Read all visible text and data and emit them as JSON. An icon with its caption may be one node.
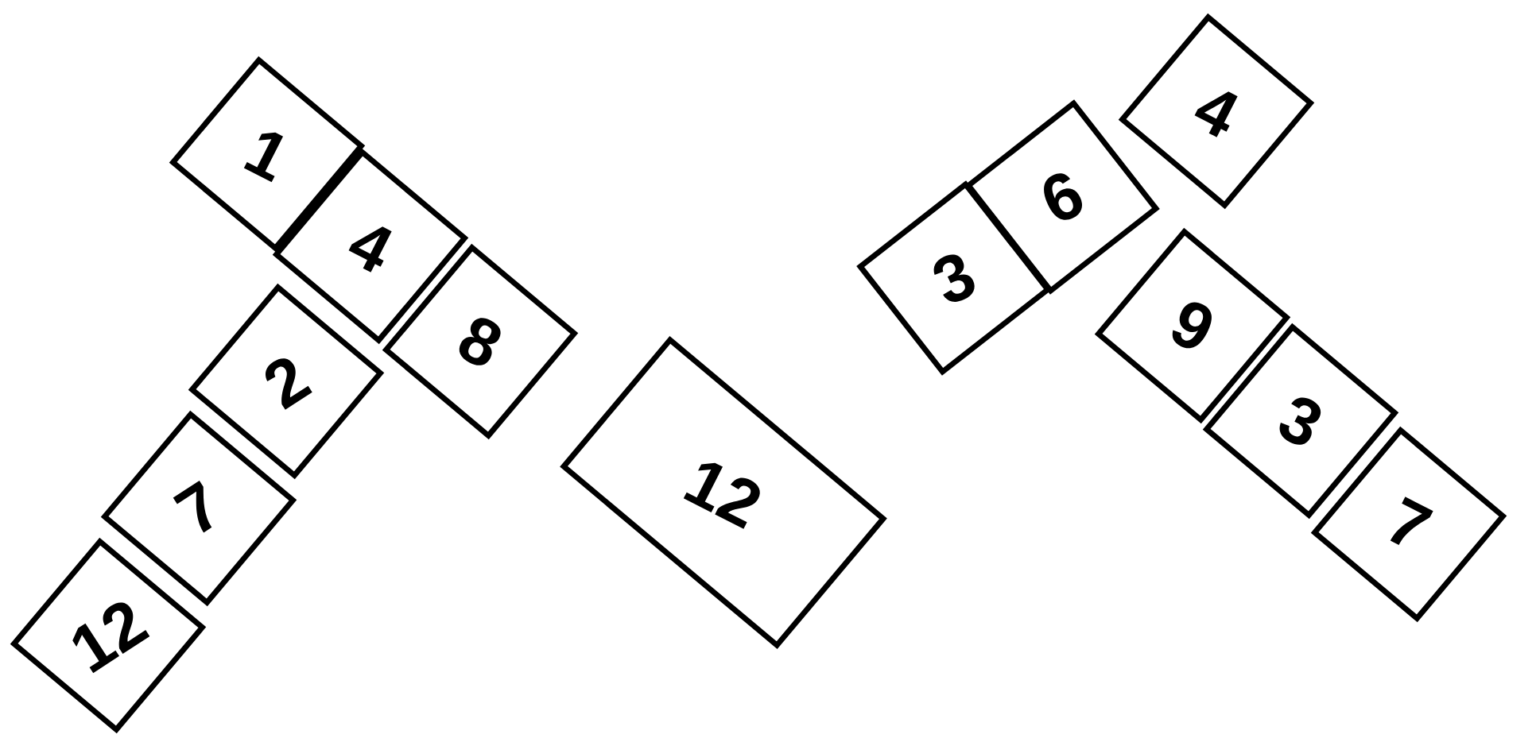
{
  "diagram": {
    "nodes": [
      {
        "text": [
          "1"
        ]
      },
      {
        "text": [
          "4"
        ]
      },
      {
        "text": [
          "8"
        ]
      },
      {
        "text": [
          "12"
        ]
      },
      {
        "text": [
          "3"
        ]
      },
      {
        "text": [
          "6"
        ]
      },
      {
        "text": [
          "4"
        ]
      },
      {
        "text": [
          "9"
        ]
      },
      {
        "text": [
          "3"
        ]
      },
      {
        "text": [
          "7"
        ]
      },
      {
        "text": [
          "2"
        ]
      },
      {
        "text": [
          "7"
        ]
      },
      {
        "text": [
          "12"
        ]
      }
    ]
  }
}
